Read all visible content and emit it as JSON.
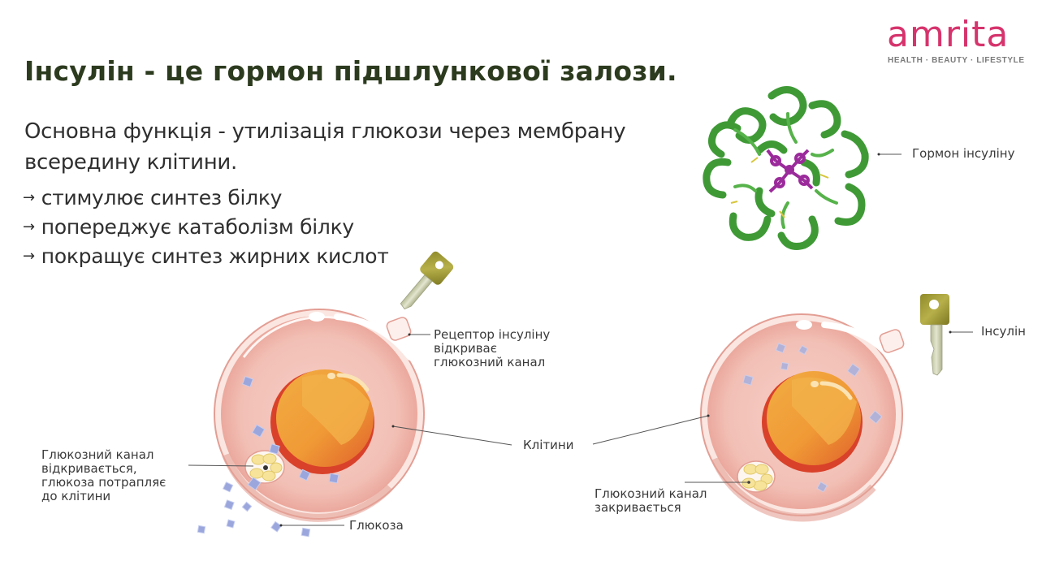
{
  "brand": {
    "name": "amrita",
    "tagline": "HEALTH · BEAUTY · LIFESTYLE",
    "color": "#d6336c"
  },
  "slide": {
    "title": "Інсулін - це гормон підшлункової залози.",
    "lead": "Основна функція - утилізація глюкози через мембрану всередину клітини.",
    "bullet_marker": "→",
    "bullets": [
      "стимулює синтез білку",
      "попереджує катаболізм білку",
      "покращує синтез жирних кислот"
    ]
  },
  "diagram": {
    "labels": {
      "insulin_hormone": "Гормон інсуліну",
      "receptor_line1": "Рецептор інсуліну",
      "receptor_line2": "відкриває",
      "receptor_line3": "глюкозний канал",
      "insulin": "Інсулін",
      "cells": "Клітини",
      "channel_open_line1": "Глюкозний канал",
      "channel_open_line2": "відкривається,",
      "channel_open_line3": "глюкоза потрапляє",
      "channel_open_line4": "до клітини",
      "channel_closed_line1": "Глюкозний канал",
      "channel_closed_line2": "закривається",
      "glucose": "Глюкоза"
    },
    "colors": {
      "title_text": "#2c3a1e",
      "cell_membrane": "#e3a39a",
      "cell_cytoplasm": "#f4c6bd",
      "nucleus_light": "#f0a53c",
      "nucleus_dark": "#e5762a",
      "nucleus_rim": "#d9412a",
      "glucose": "#9aa6dc",
      "channel": "#f7e49a",
      "key_head": "#a7a13a",
      "key_blade": "#cfd2b4",
      "protein_green": "#3f9a36",
      "protein_magenta": "#9b2a9b"
    }
  }
}
